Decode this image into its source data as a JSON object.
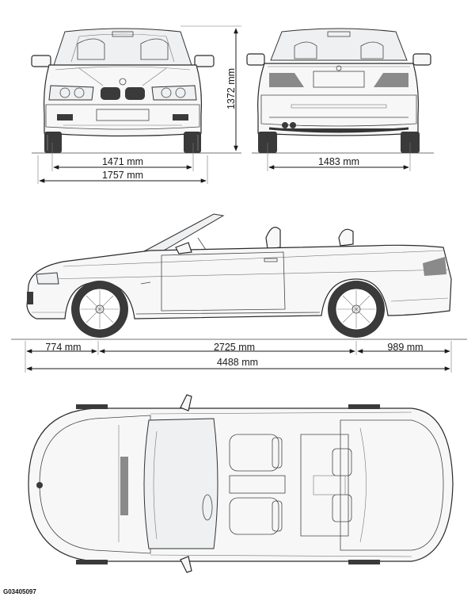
{
  "figure": {
    "reference_code": "G03405097"
  },
  "front_view": {
    "track_front": "1471 mm",
    "overall_width": "1757 mm",
    "height": "1372 mm"
  },
  "rear_view": {
    "track_rear": "1483 mm"
  },
  "side_view": {
    "front_overhang": "774 mm",
    "wheelbase": "2725 mm",
    "rear_overhang": "989 mm",
    "overall_length": "4488 mm"
  }
}
